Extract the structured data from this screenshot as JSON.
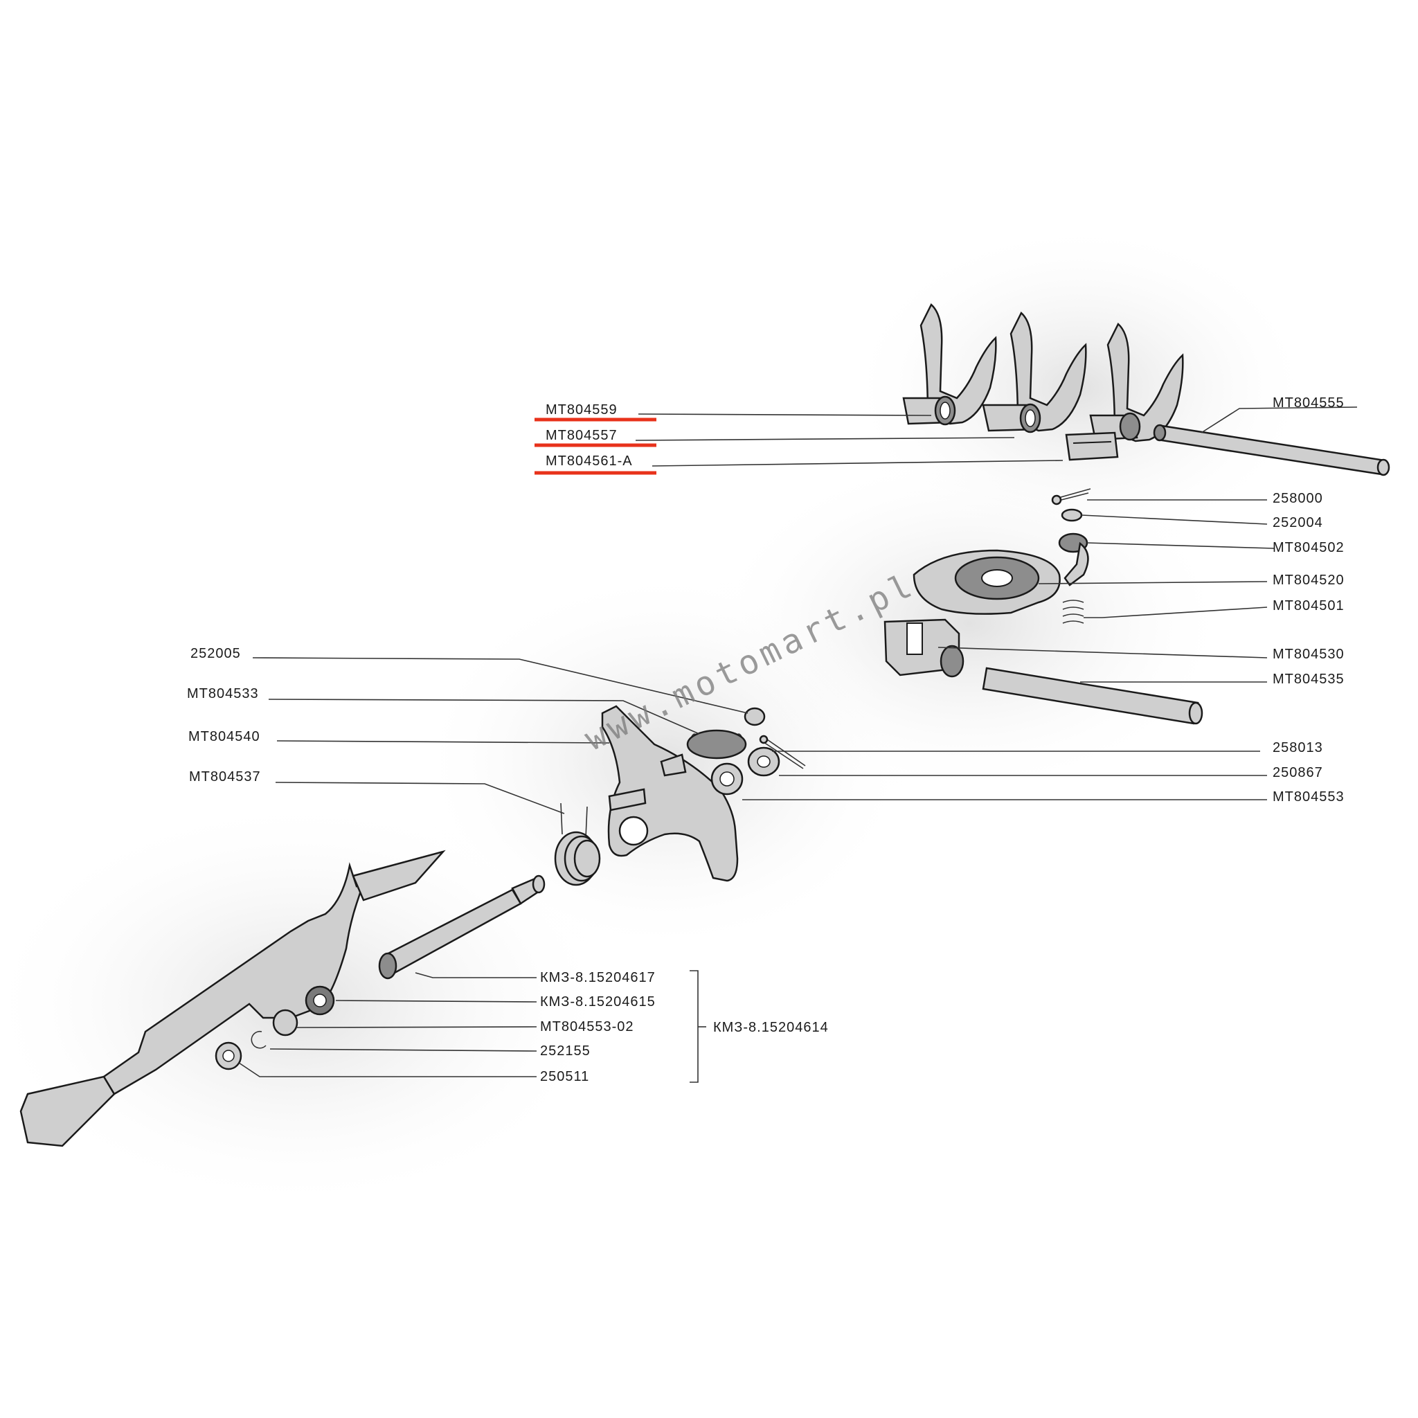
{
  "labels": {
    "l1": "MT804559",
    "l2": "MT804557",
    "l3": "MT804561-A",
    "l4": "MT804555",
    "l5": "258000",
    "l6": "252004",
    "l7": "MT804502",
    "l8": "MT804520",
    "l9": "MT804501",
    "l10": "MT804530",
    "l11": "MT804535",
    "l12": "252005",
    "l13": "MT804533",
    "l14": "MT804540",
    "l15": "MT804537",
    "l16": "258013",
    "l17": "250867",
    "l18": "MT804553",
    "l19": "КМЗ-8.15204617",
    "l20": "КМЗ-8.15204615",
    "l21": "MT804553-02",
    "l22": "252155",
    "l23": "250511",
    "l24": "КМЗ-8.15204614"
  },
  "highlighted_parts": [
    "MT804559",
    "MT804557",
    "MT804561-A"
  ],
  "highlight_color": "#e8321b",
  "watermark": "www.motomart.pl"
}
